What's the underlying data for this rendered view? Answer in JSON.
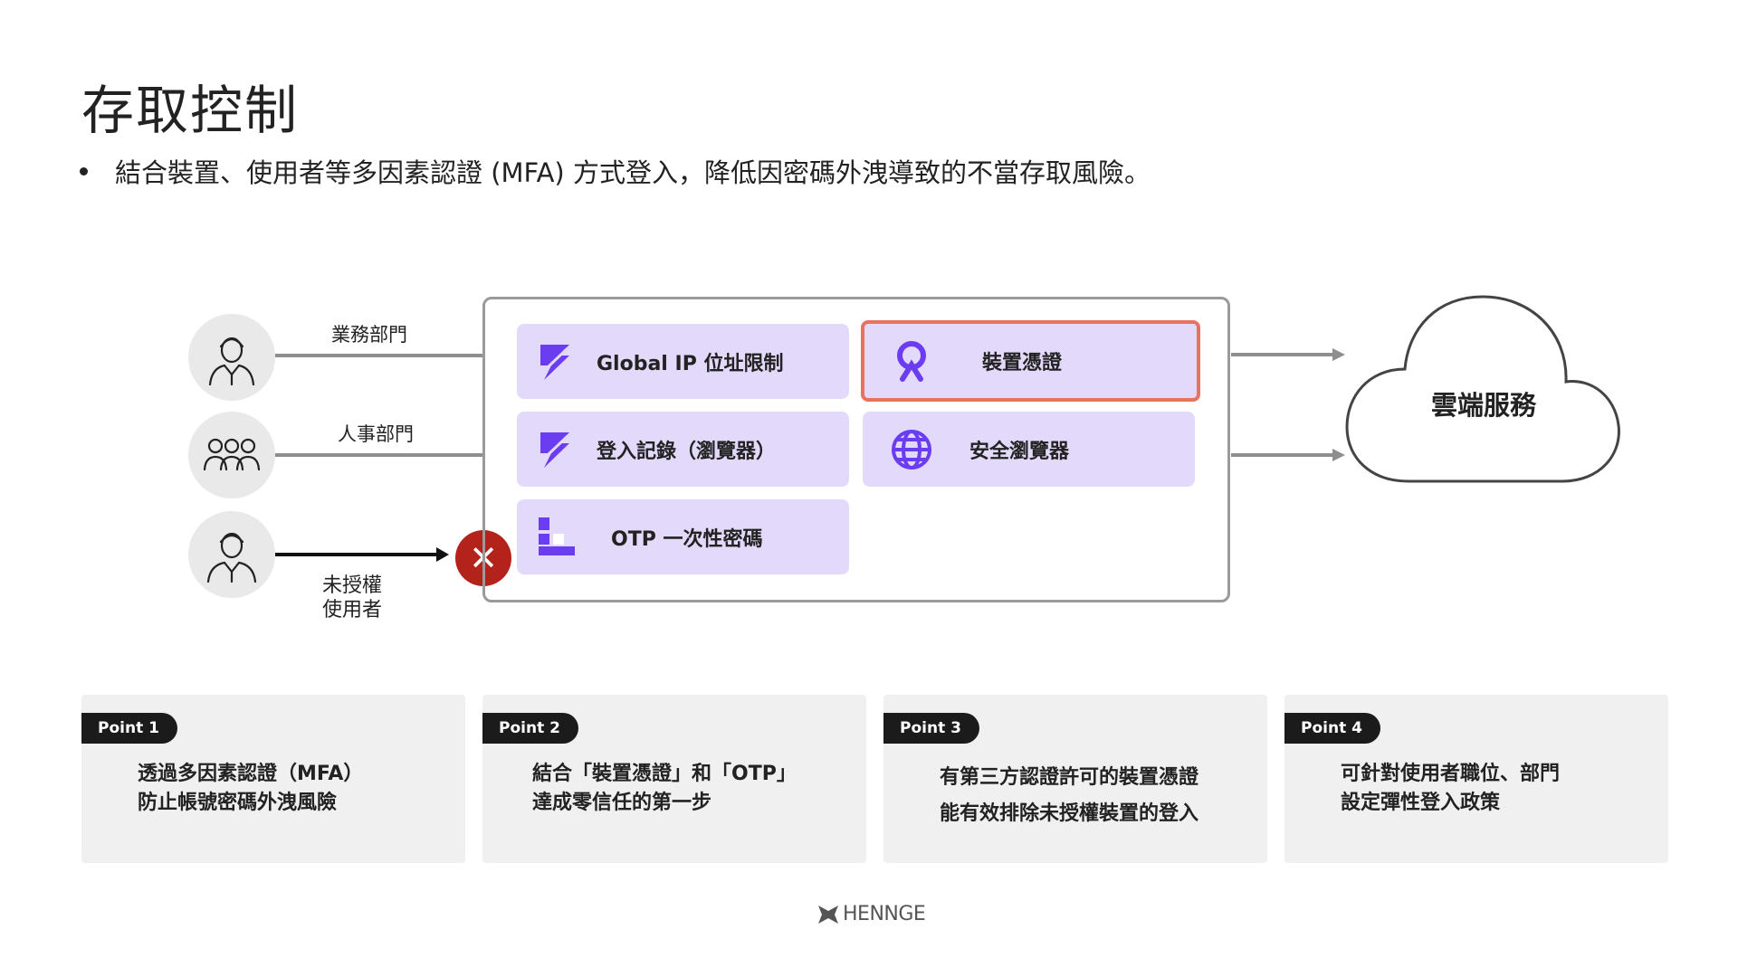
{
  "title": "存取控制",
  "subtitle": "結合裝置、使用者等多因素認證 (MFA) 方式登入，降低因密碼外洩導致的不當存取風險。",
  "users": [
    {
      "label": "業務部門",
      "icon": "person-icon"
    },
    {
      "label": "人事部門",
      "icon": "group-icon"
    },
    {
      "label_line1": "未授權",
      "label_line2": "使用者",
      "icon": "person-icon"
    }
  ],
  "deny_symbol": "✕",
  "features": [
    {
      "label": "Global IP 位址限制",
      "icon": "lightning-z-icon"
    },
    {
      "label": "裝置憑證",
      "icon": "device-cert-icon",
      "highlighted": true
    },
    {
      "label": "登入記錄（瀏覽器）",
      "icon": "lightning-z-icon"
    },
    {
      "label": "安全瀏覽器",
      "icon": "globe-icon"
    },
    {
      "label": "OTP 一次性密碼",
      "icon": "otp-icon"
    }
  ],
  "cloud_label": "雲端服務",
  "points": [
    {
      "badge": "Point 1",
      "line1": "透過多因素認證（MFA）",
      "line2": "防止帳號密碼外洩風險"
    },
    {
      "badge": "Point 2",
      "line1": "結合「裝置憑證」和「OTP」",
      "line2": "達成零信任的第一步"
    },
    {
      "badge": "Point 3",
      "line1": "有第三方認證許可的裝置憑證",
      "line2": "能有效排除未授權裝置的登入"
    },
    {
      "badge": "Point 4",
      "line1": "可針對使用者職位、部門",
      "line2": "設定彈性登入政策"
    }
  ],
  "footer_brand": "HENNGE",
  "colors": {
    "feature_bg": "#e3d9fb",
    "highlight_border": "#e6725f",
    "deny_red": "#b3231b",
    "icon_purple": "#6b3df0"
  }
}
